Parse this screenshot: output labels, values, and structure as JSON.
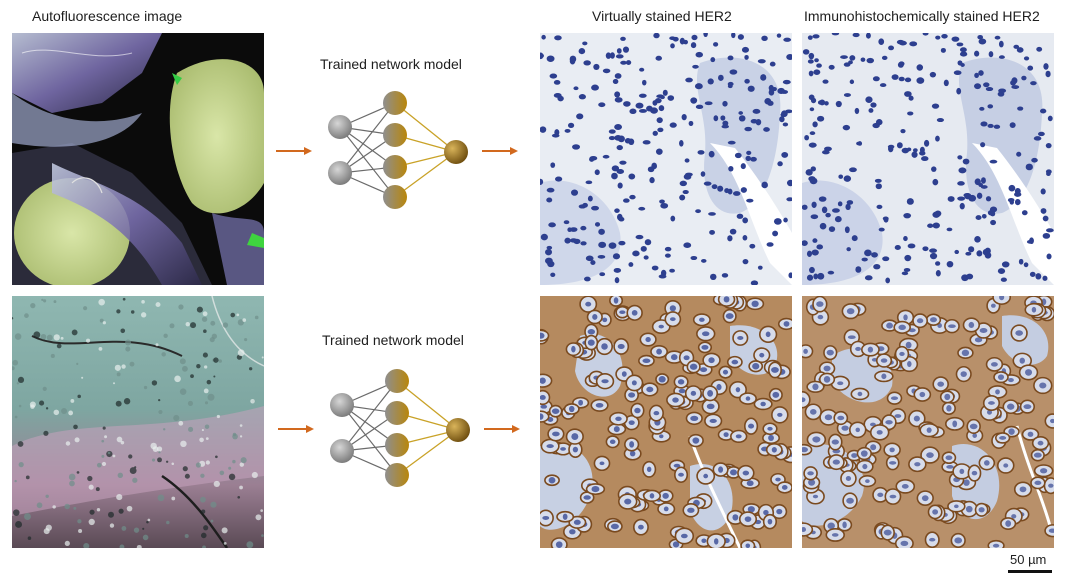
{
  "labels": {
    "autofluorescence": "Autofluorescence image",
    "virtual": "Virtually  stained HER2",
    "ihc": "Immunohistochemically stained HER2",
    "model_top": "Trained network model",
    "model_bottom": "Trained network model",
    "scale": "50 µm"
  },
  "colors": {
    "arrow": "#d2691e",
    "node_gray": "#8f8f8f",
    "node_gold": "#b8860b",
    "edge_gray": "#6b6b6b",
    "edge_gold": "#c9a227",
    "ihc_blue": "#2d3f8f",
    "her2_brown": "#7a4a1f"
  },
  "rows": [
    {
      "id": "top",
      "stain_level": "negative"
    },
    {
      "id": "bottom",
      "stain_level": "positive"
    }
  ]
}
